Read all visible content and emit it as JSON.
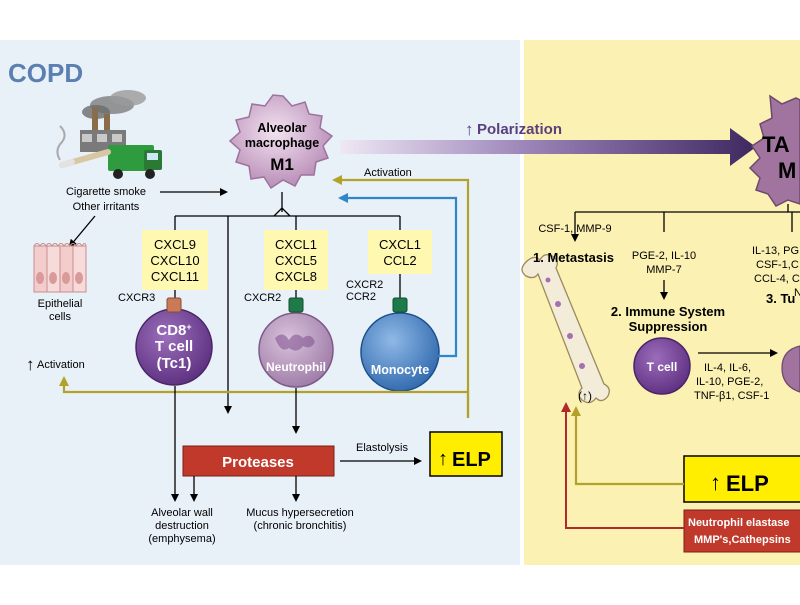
{
  "panels": {
    "left_title": "COPD",
    "left_bg": "#e8f0f8",
    "right_bg": "#fbf1b3"
  },
  "colors": {
    "yellow_box": "#fff8b0",
    "protease_red": "#c0392b",
    "elp_yellow": "#ffee00",
    "olive_arrow": "#b3a22a",
    "blue_arrow": "#2f86c9",
    "purple_arrow": "#5b3f7c",
    "dark_red_line": "#b12a2a",
    "cd8_purple": "#7a4f9a",
    "neutrophil_pink": "#a07aa8",
    "monocyte_blue": "#4a86c8",
    "macrophage_pink": "#c9a7c9"
  },
  "left": {
    "macrophage": {
      "line1": "Alveolar",
      "line2": "macrophage",
      "line3": "M1"
    },
    "source": {
      "line1": "Cigarette smoke",
      "line2": "Other irritants"
    },
    "epithelial": {
      "line1": "Epithelial",
      "line2": "cells",
      "activation": "Activation"
    },
    "chemokines": [
      {
        "lines": [
          "CXCL9",
          "CXCL10",
          "CXCL11"
        ]
      },
      {
        "lines": [
          "CXCL1",
          "CXCL5",
          "CXCL8"
        ]
      },
      {
        "lines": [
          "CXCL1",
          "CCL2"
        ]
      }
    ],
    "receptors": {
      "cxcr3": "CXCR3",
      "cxcr2": "CXCR2",
      "cxcr2b": "CXCR2",
      "ccr2": "CCR2"
    },
    "cells": {
      "cd8": {
        "line1": "CD8",
        "sup": "+",
        "line2": "T cell",
        "line3": "(Tc1)"
      },
      "neutrophil": "Neutrophil",
      "monocyte": "Monocyte"
    },
    "activation_label": "Activation",
    "proteases": "Proteases",
    "elastolysis": "Elastolysis",
    "elp": "ELP",
    "outcomes": {
      "alveolar": [
        "Alveolar wall",
        "destruction",
        "(emphysema)"
      ],
      "mucus": [
        "Mucus hypersecretion",
        "(chronic bronchitis)"
      ]
    }
  },
  "polarization": "Polarization",
  "right": {
    "tam": {
      "line1": "TA",
      "line2": "M"
    },
    "csf_label": "CSF-1, MMP-9",
    "pge_label": [
      "PGE-2, IL-10",
      "MMP-7"
    ],
    "il_label": [
      "IL-13, PG",
      "CSF-1,C",
      "CCL-4, C",
      "N"
    ],
    "metastasis": "1. Metastasis",
    "immune": [
      "2. Immune System",
      "Suppression"
    ],
    "tumor": "3. Tu",
    "tcell": "T cell",
    "tcell_factors": [
      "IL-4, IL-6,",
      "IL-10, PGE-2,",
      "TNF-β1, CSF-1"
    ],
    "bone_arrow": "(↑)",
    "elp": "ELP",
    "proteases": [
      "Neutrophil elastase",
      "MMP's,Cathepsins"
    ]
  }
}
